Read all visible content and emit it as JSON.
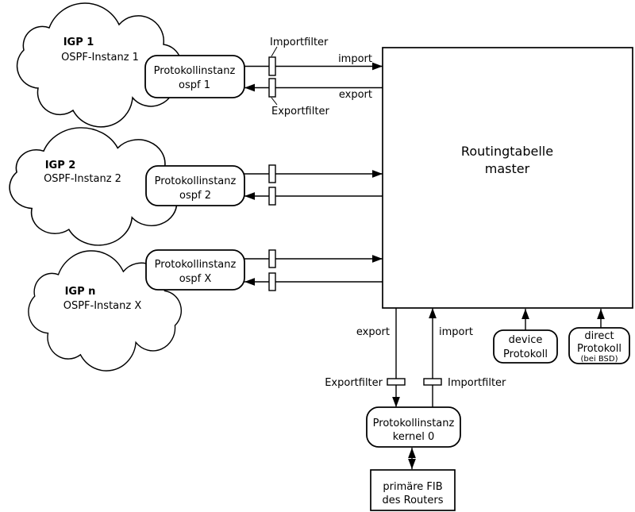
{
  "diagram": {
    "clouds": [
      {
        "title": "IGP 1",
        "subtitle": "OSPF-Instanz 1"
      },
      {
        "title": "IGP 2",
        "subtitle": "OSPF-Instanz 2"
      },
      {
        "title": "IGP n",
        "subtitle": "OSPF-Instanz X"
      }
    ],
    "protocol_boxes": [
      {
        "line1": "Protokollinstanz",
        "line2": "ospf 1"
      },
      {
        "line1": "Protokollinstanz",
        "line2": "ospf 2"
      },
      {
        "line1": "Protokollinstanz",
        "line2": "ospf X"
      },
      {
        "line1": "Protokollinstanz",
        "line2": "kernel 0"
      }
    ],
    "master_table": {
      "line1": "Routingtabelle",
      "line2": "master"
    },
    "fib_box": {
      "line1": "primäre FIB",
      "line2": "des Routers"
    },
    "device_box": {
      "line1": "device",
      "line2": "Protokoll"
    },
    "direct_box": {
      "line1": "direct",
      "line2": "Protokoll",
      "line3": "(bei BSD)"
    },
    "labels": {
      "importfilter_top": "Importfilter",
      "exportfilter_top": "Exportfilter",
      "import_arrow_top": "import",
      "export_arrow_top": "export",
      "export_arrow_bottom": "export",
      "import_arrow_bottom": "import",
      "exportfilter_bottom": "Exportfilter",
      "importfilter_bottom": "Importfilter"
    },
    "colors": {
      "stroke": "#000000",
      "fill": "#ffffff",
      "text": "#000000"
    }
  }
}
